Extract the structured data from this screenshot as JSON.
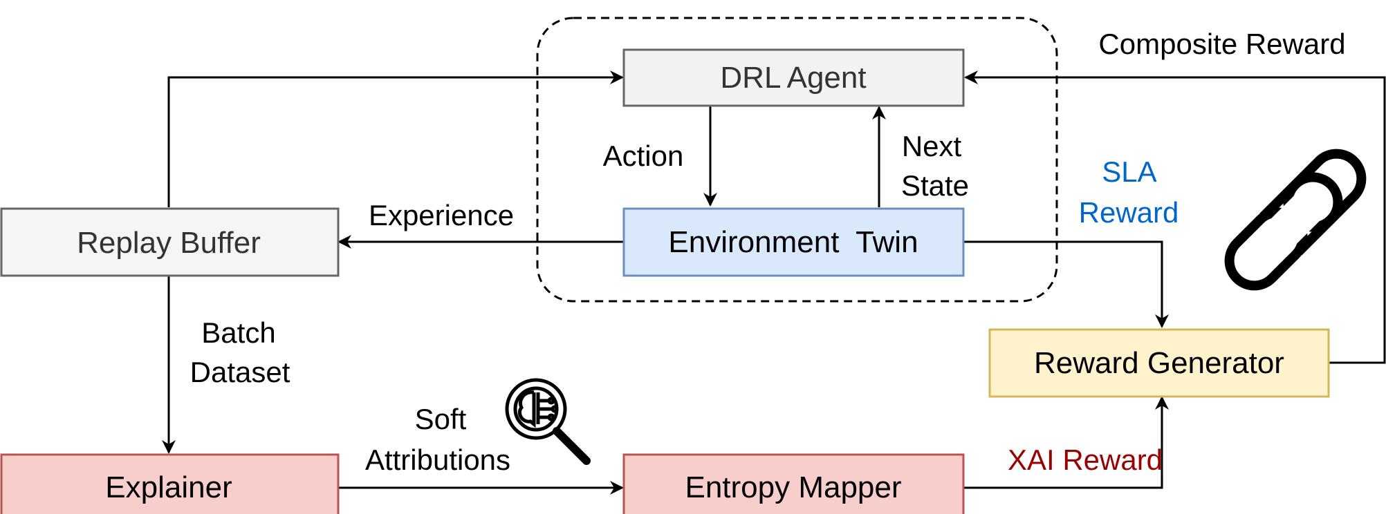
{
  "nodes": {
    "drl_agent": "DRL Agent",
    "environment_twin": "Environment  Twin",
    "replay_buffer": "Replay Buffer",
    "reward_generator": "Reward Generator",
    "explainer": "Explainer",
    "entropy_mapper": "Entropy Mapper"
  },
  "edges": {
    "action": "Action",
    "next_state_line1": "Next",
    "next_state_line2": "State",
    "experience": "Experience",
    "composite_reward": "Composite Reward",
    "sla_reward_line1": "SLA",
    "sla_reward_line2": "Reward",
    "batch_dataset_line1": "Batch",
    "batch_dataset_line2": "Dataset",
    "soft_attributions_line1": "Soft",
    "soft_attributions_line2": "Attributions",
    "xai_reward": "XAI Reward"
  },
  "icons": {
    "link": "link-icon",
    "brain_search": "brain-search-icon",
    "bars_logo": "bars-logo-icon"
  },
  "colors": {
    "agent_fill": "#f2f2f2",
    "env_fill": "#dae8fc",
    "env_stroke": "#6c8ebf",
    "reward_fill": "#fff2cc",
    "reward_stroke": "#d6b656",
    "red_fill": "#f8cecc",
    "red_stroke": "#b85450",
    "sla_text": "#0066cc",
    "xai_text": "#990000"
  }
}
